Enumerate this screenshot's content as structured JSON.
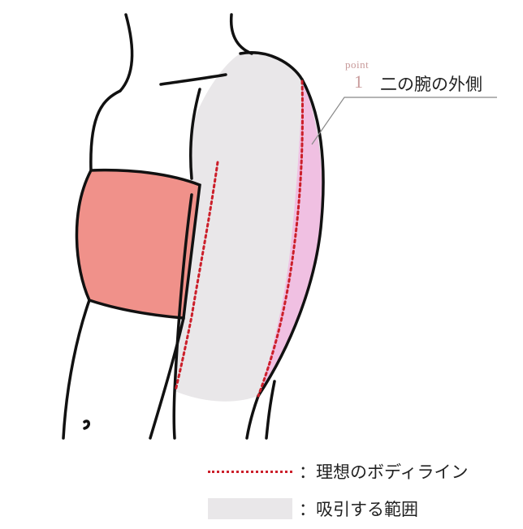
{
  "callout": {
    "point_label": "point",
    "number": "1",
    "text": "二の腕の外側"
  },
  "legend": {
    "ideal_line": {
      "marker": "red-dotted-line",
      "color": "#cc1f2a",
      "label": "：理想のボディライン"
    },
    "slim_area": {
      "marker": "light-gray-box",
      "color": "#e9e7e9",
      "label": "：吸引する範囲"
    }
  },
  "colors": {
    "outline": "#111111",
    "chest_wrap": "#f0918a",
    "upper_arm_fill": "#e9e7e9",
    "outer_arm_highlight": "#f0c0e2"
  }
}
